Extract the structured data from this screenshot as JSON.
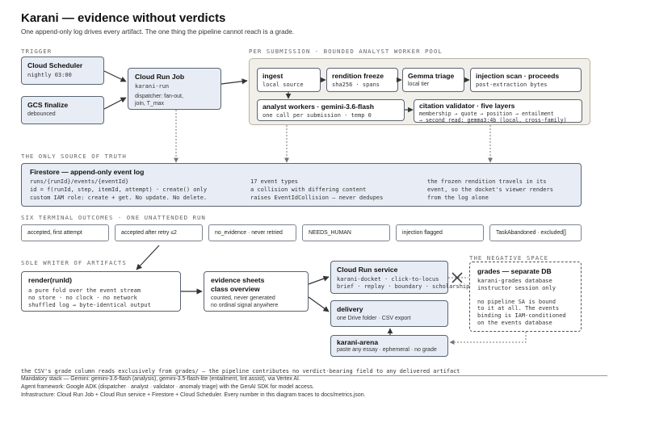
{
  "header": {
    "title": "Karani — evidence without verdicts",
    "subtitle": "One append-only log drives every artifact. The one thing the pipeline cannot reach is a grade."
  },
  "sections": {
    "trigger": "TRIGGER",
    "pool": "PER SUBMISSION · BOUNDED ANALYST WORKER POOL",
    "truth": "THE ONLY SOURCE OF TRUTH",
    "outcomes": "SIX TERMINAL OUTCOMES · ONE UNATTENDED RUN",
    "writer": "SOLE WRITER OF ARTIFACTS",
    "negative": "THE NEGATIVE SPACE"
  },
  "trigger": {
    "scheduler": {
      "name": "Cloud Scheduler",
      "sub": "nightly 03:00"
    },
    "gcs": {
      "name": "GCS finalize",
      "sub": "debounced"
    }
  },
  "job": {
    "name": "Cloud Run Job",
    "sub": "karani-run",
    "note1": "dispatcher: fan-out,",
    "note2": "join, T_max"
  },
  "pool": {
    "ingest": {
      "name": "ingest",
      "sub": "local source"
    },
    "freeze": {
      "name": "rendition freeze",
      "sub": "sha256 · spans"
    },
    "gemma": {
      "name": "Gemma triage",
      "sub": "local tier"
    },
    "scan": {
      "name": "injection scan · proceeds",
      "sub": "post-extraction bytes"
    },
    "analyst": {
      "name": "analyst workers · gemini-3.6-flash",
      "sub": "one call per submission · temp 0"
    },
    "citation": {
      "name": "citation validator · five layers",
      "sub1": "membership → quote → position → entailment",
      "sub2": "→ second read: gemma3:4b (local, cross-family)"
    }
  },
  "firestore": {
    "name": "Firestore — append-only event log",
    "col1": [
      "runs/{runId}/events/{eventId}",
      "id = f(runId, step, itemId, attempt) · create() only",
      "custom IAM role: create + get. No update. No delete."
    ],
    "col2": [
      "17 event types",
      "a collision with differing content",
      "raises EventIdCollision — never dedupes"
    ],
    "col3": [
      "the frozen rendition travels in its",
      "event, so the docket's viewer renders",
      "from the log alone"
    ]
  },
  "outcomes": [
    "accepted, first attempt",
    "accepted after retry ≤2",
    "no_evidence · never retried",
    "NEEDS_HUMAN",
    "injection flagged",
    "TaskAbandoned · excluded[]"
  ],
  "render": {
    "name": "render(runId)",
    "lines": [
      "a pure fold over the event stream",
      "no store · no clock · no network",
      "shuffled log → byte-identical output"
    ]
  },
  "evidence": {
    "name1": "evidence sheets",
    "name2": "class overview",
    "lines": [
      "counted, never generated",
      "no ordinal signal anywhere"
    ]
  },
  "service": {
    "name": "Cloud Run service",
    "sub1": "karani-docket · click-to-locus",
    "sub2": "brief · replay · boundary · scholarship"
  },
  "delivery": {
    "name": "delivery",
    "sub": "one Drive folder · CSV export"
  },
  "arena": {
    "name": "karani-arena",
    "sub": "paste any essay · ephemeral · no grade"
  },
  "grades": {
    "name": "grades — separate DB",
    "lines": [
      "karani-grades database",
      "instructor session only",
      "",
      "no pipeline SA is bound",
      "to it at all. The events",
      "binding is IAM-conditioned",
      "on the events database"
    ]
  },
  "footer": {
    "csv_note": "the CSV's grade column reads exclusively from grades/ — the pipeline contributes no verdict-bearing field to any delivered artifact",
    "stack": "Mandatory stack — Gemini: gemini-3.6-flash (analysis), gemini-3.5-flash-lite (entailment, lint assist), via Vertex AI.",
    "agent": "Agent framework: Google ADK (dispatcher · analyst · validator · anomaly triage) with the GenAI SDK for model access.",
    "infra": "Infrastructure: Cloud Run Job + Cloud Run service + Firestore + Cloud Scheduler. Every number in this diagram traces to docs/metrics.json."
  }
}
